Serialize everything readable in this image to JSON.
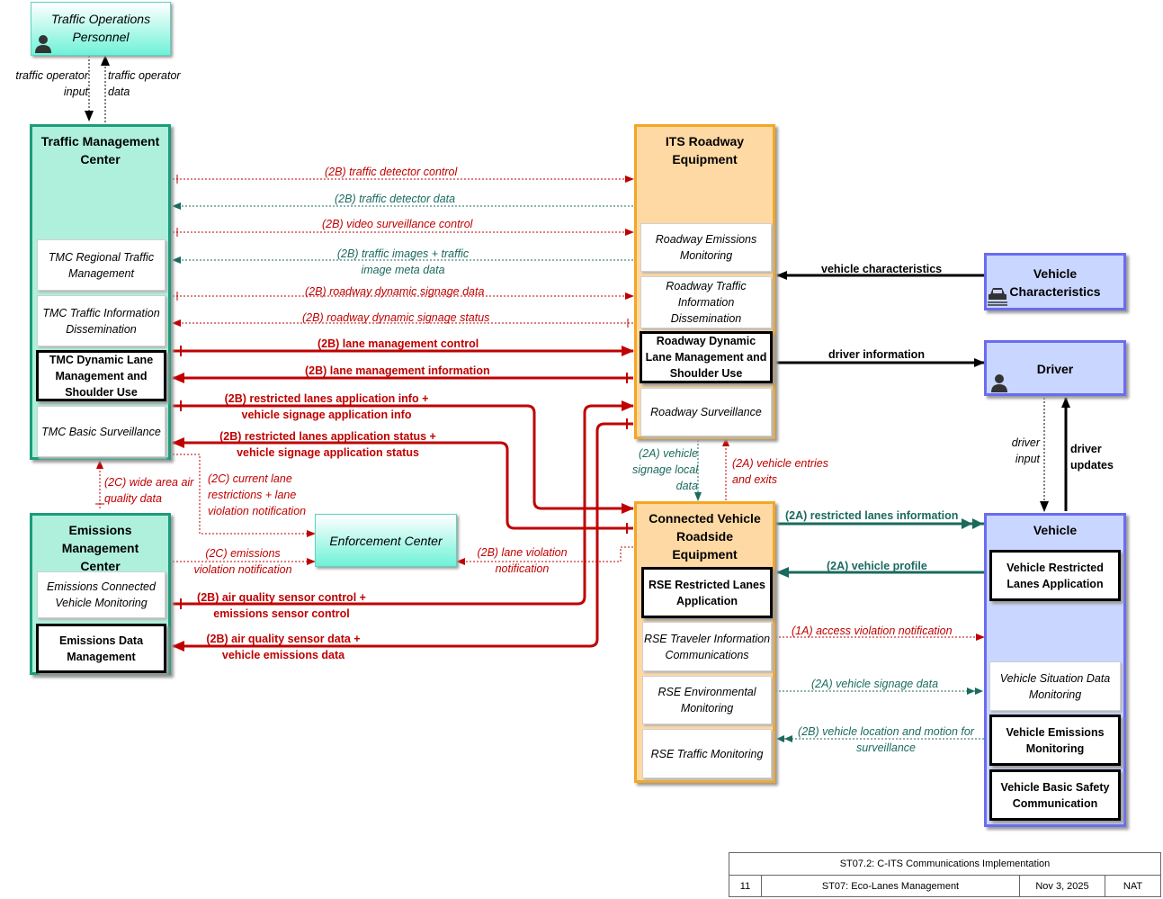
{
  "entities": {
    "traffic_ops": "Traffic Operations Personnel",
    "tmc": {
      "title": "Traffic Management Center",
      "subs": [
        "TMC Regional Traffic Management",
        "TMC Traffic Information Dissemination",
        "TMC Dynamic Lane Management and Shoulder Use",
        "TMC Basic Surveillance"
      ]
    },
    "emc": {
      "title": "Emissions Management Center",
      "subs": [
        "Emissions Connected Vehicle Monitoring",
        "Emissions Data Management"
      ]
    },
    "enforcement": "Enforcement Center",
    "its": {
      "title": "ITS Roadway Equipment",
      "subs": [
        "Roadway Emissions Monitoring",
        "Roadway Traffic Information Dissemination",
        "Roadway Dynamic Lane Management and Shoulder Use",
        "Roadway Surveillance"
      ]
    },
    "cv": {
      "title": "Connected Vehicle Roadside Equipment",
      "subs": [
        "RSE Restricted Lanes Application",
        "RSE Traveler Information Communications",
        "RSE Environmental Monitoring",
        "RSE Traffic Monitoring"
      ]
    },
    "veh_char": "Vehicle Characteristics",
    "driver": "Driver",
    "vehicle": {
      "title": "Vehicle",
      "subs": [
        "Vehicle Restricted Lanes Application",
        "Vehicle Situation Data Monitoring",
        "Vehicle Emissions Monitoring",
        "Vehicle Basic Safety Communication"
      ]
    }
  },
  "flows": {
    "operator_input": "traffic operator input",
    "operator_data": "traffic operator data",
    "detector_control": "(2B) traffic detector control",
    "detector_data": "(2B) traffic detector data",
    "video_control": "(2B) video surveillance control",
    "traffic_images": "(2B) traffic images + traffic image meta data",
    "signage_data": "(2B) roadway dynamic signage data",
    "signage_status": "(2B) roadway dynamic signage status",
    "lane_mgmt_control": "(2B) lane management control",
    "lane_mgmt_info": "(2B) lane management information",
    "restricted_info": "(2B) restricted lanes application info + vehicle signage application info",
    "restricted_status": "(2B) restricted lanes application status + vehicle signage application status",
    "current_lane": "(2C) current lane restrictions + lane violation notification",
    "wide_area": "(2C) wide area air quality data",
    "emissions_violation": "(2C) emissions violation notification",
    "lane_violation": "(2B) lane violation notification",
    "aq_control": "(2B) air quality sensor control + emissions sensor control",
    "aq_data": "(2B) air quality sensor data + vehicle emissions data",
    "signage_local": "(2A) vehicle signage local data",
    "entries_exits": "(2A) vehicle entries and exits",
    "vehicle_characteristics": "vehicle characteristics",
    "driver_information": "driver information",
    "driver_input": "driver input",
    "driver_updates": "driver updates",
    "restricted_lanes_info": "(2A) restricted lanes information",
    "vehicle_profile": "(2A) vehicle profile",
    "access_violation": "(1A) access violation notification",
    "vehicle_signage": "(2A) vehicle signage data",
    "location_motion": "(2B) vehicle location and motion for surveillance"
  },
  "footer": {
    "title": "ST07.2: C-ITS Communications Implementation",
    "page": "11",
    "name": "ST07: Eco-Lanes Management",
    "date": "Nov 3, 2025",
    "status": "NAT"
  },
  "colors": {
    "red": "#c00000",
    "teal": "#1a6a5e",
    "black": "#000000"
  }
}
